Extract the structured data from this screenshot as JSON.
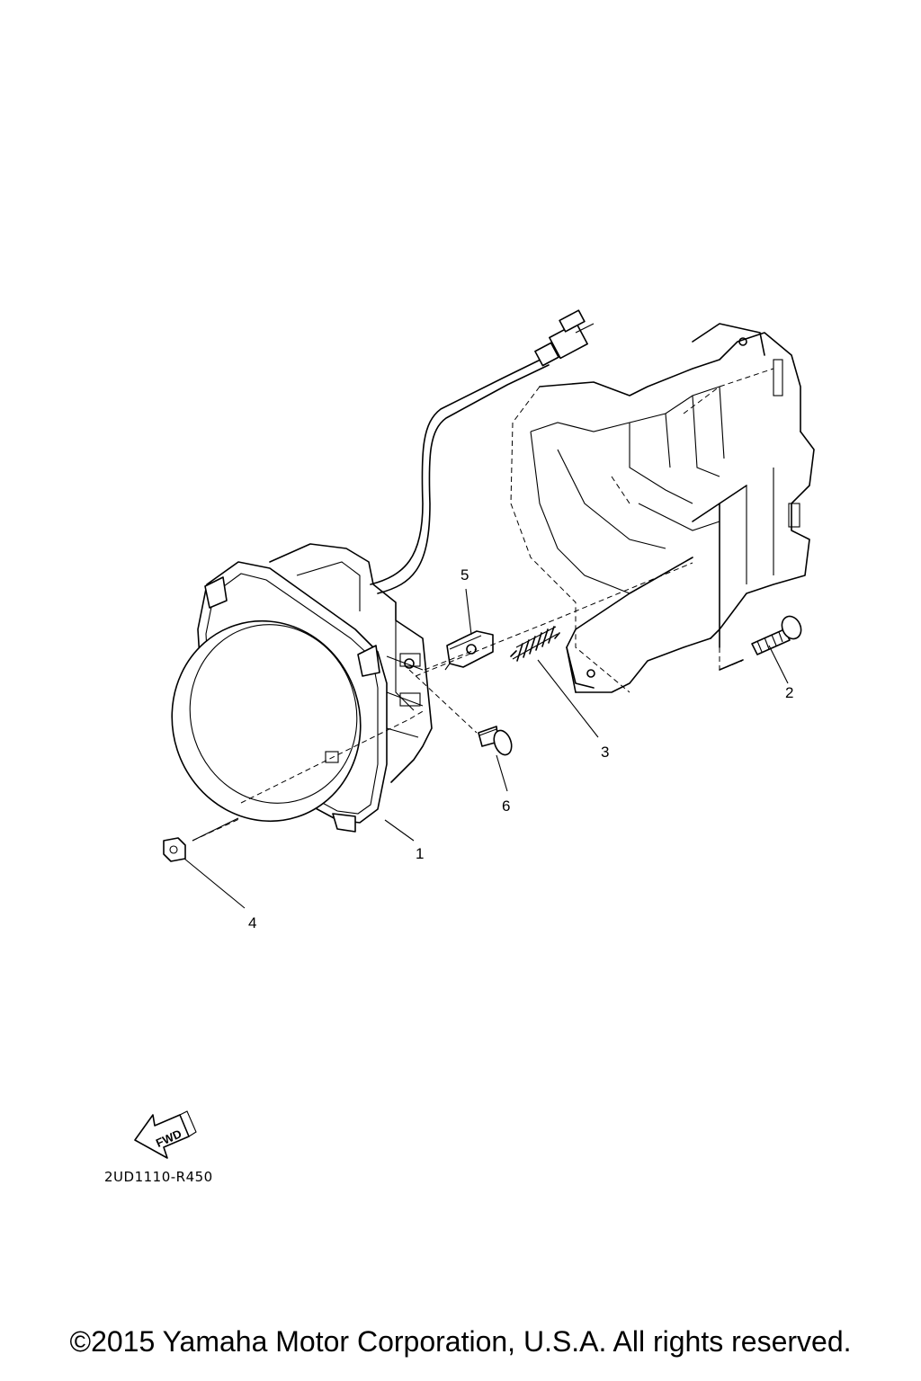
{
  "diagram": {
    "callouts": [
      "1",
      "2",
      "3",
      "4",
      "5",
      "6"
    ],
    "fwd_label": "FWD",
    "drawing_code": "2UD1110-R450"
  },
  "footer": {
    "copyright": "©2015 Yamaha Motor Corporation, U.S.A. All rights reserved."
  }
}
